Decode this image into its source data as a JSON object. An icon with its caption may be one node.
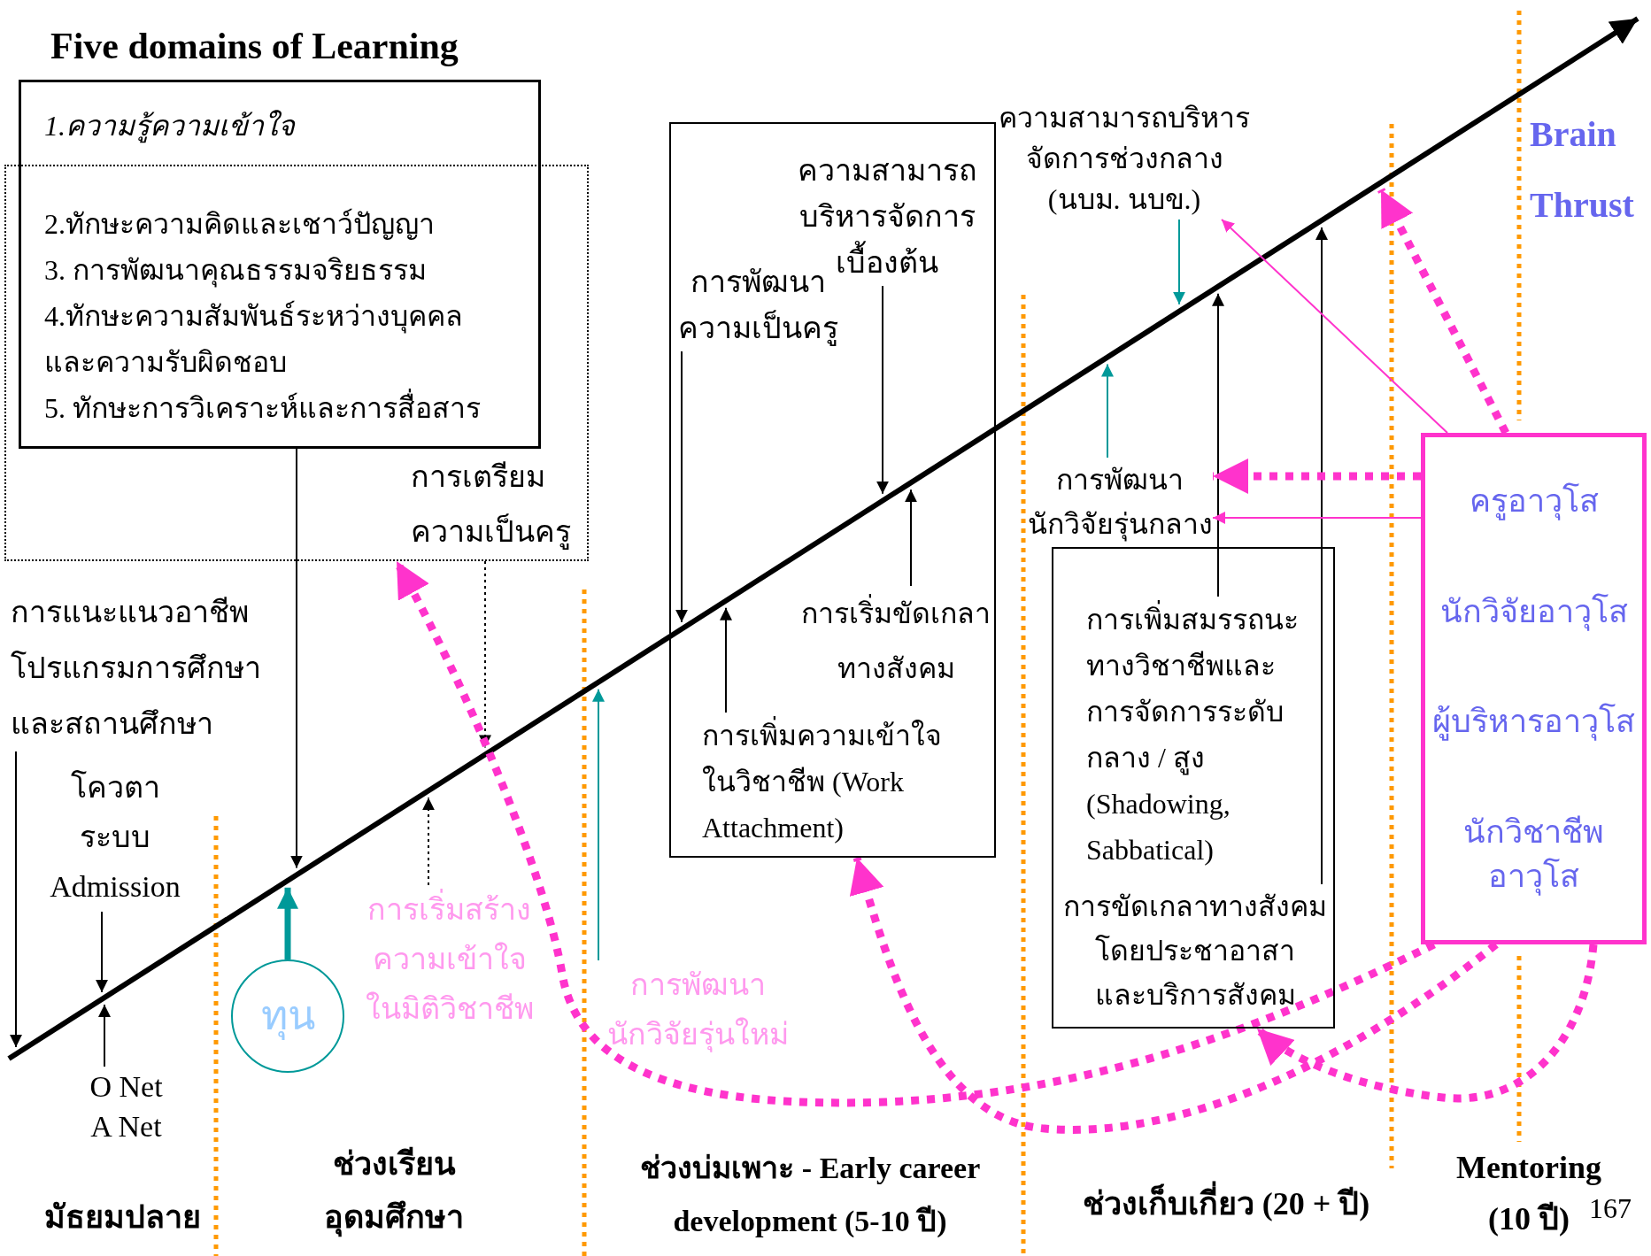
{
  "diagram": {
    "title": "Five domains of Learning",
    "nodes": [
      {
        "text": [
          "1.ความรู้ความเข้าใจ",
          "2.ทักษะความคิดและเชาว์ปัญญา",
          "3. การพัฒนาคุณธรรมจริยธรรม",
          "4.ทักษะความสัมพันธ์ระหว่างบุคคล และความรับผิดชอบ",
          "5. ทักษะการวิเคราะห์และการสื่อสาร"
        ]
      },
      {
        "text": [
          "การเตรียม ความเป็นครู"
        ]
      },
      {
        "text": [
          "การแนะแนวอาชีพ โปรแกรมการศึกษา และสถานศึกษา"
        ]
      },
      {
        "text": [
          "โควตา ระบบ Admission"
        ]
      },
      {
        "text": [
          "O Net A Net"
        ]
      },
      {
        "text": [
          "ทุน"
        ]
      },
      {
        "text": [
          "การเริ่มสร้าง ความเข้าใจ ในมิติวิชาชีพ"
        ]
      },
      {
        "text": [
          "การพัฒนา นักวิจัยรุ่นใหม่"
        ]
      },
      {
        "text": [],
        "shape": "box"
      },
      {
        "text": [
          "ความสามารถ บริหารจัดการ เบื้องต้น"
        ],
        "in": 8
      },
      {
        "text": [
          "การพัฒนา ความเป็นครู"
        ],
        "in": 8
      },
      {
        "text": [
          "การเริ่มขัดเกลา ทางสังคม"
        ],
        "in": 8
      },
      {
        "text": [
          "การเพิ่มความเข้าใจ ในวิชาชีพ (Work Attachment)"
        ],
        "in": 8
      },
      {
        "text": [
          "ความสามารถบริหาร จัดการช่วงกลาง (นบม. นบข.)"
        ]
      },
      {
        "text": [
          "การพัฒนา นักวิจัยรุ่นกลาง"
        ]
      },
      {
        "text": [],
        "shape": "box"
      },
      {
        "text": [
          "การเพิ่มสมรรถนะ ทางวิชาชีพและ การจัดการระดับ กลาง / สูง (Shadowing, Sabbatical)"
        ],
        "in": 15
      },
      {
        "text": [
          "การขัดเกลาทางสังคม โดยประชาอาสา และบริการสังคม"
        ],
        "in": 15
      },
      {
        "text": [
          "ครูอาวุโส",
          "นักวิจัยอาวุโส",
          "ผู้บริหารอาวุโส",
          "นักวิชาชีพ อาวุโส"
        ]
      }
    ],
    "edges": [
      {
        "from": 0,
        "to": null,
        "arrow": "to"
      },
      {
        "from": 1,
        "to": null,
        "arrow": "to",
        "style": "dashed"
      },
      {
        "from": 2,
        "to": null,
        "arrow": "to"
      },
      {
        "from": 3,
        "to": null,
        "arrow": "to"
      },
      {
        "from": 4,
        "to": null,
        "arrow": "to"
      },
      {
        "from": 5,
        "to": null,
        "arrow": "to",
        "style": "thick",
        "color": "#009999"
      },
      {
        "from": 6,
        "to": null,
        "arrow": "to",
        "style": "dashed"
      },
      {
        "from": 7,
        "to": null,
        "arrow": "to",
        "color": "#009999"
      },
      {
        "from": 9,
        "to": null,
        "arrow": "to"
      },
      {
        "from": 10,
        "to": null,
        "arrow": "to"
      },
      {
        "from": 11,
        "to": null,
        "arrow": "to"
      },
      {
        "from": 12,
        "to": null,
        "arrow": "to"
      },
      {
        "from": 13,
        "to": null,
        "arrow": "to",
        "color": "#009999"
      },
      {
        "from": 14,
        "to": null,
        "arrow": "to",
        "color": "#009999"
      },
      {
        "from": 16,
        "to": null,
        "arrow": "to"
      },
      {
        "from": 17,
        "to": null,
        "arrow": "to"
      },
      {
        "from": 18,
        "to": null,
        "arrow": "to",
        "style": "dashed",
        "color": "#ff33cc"
      },
      {
        "from": 18,
        "to": 14,
        "arrow": "to",
        "style": "dashed",
        "color": "#ff33cc"
      },
      {
        "from": 18,
        "to": 14,
        "arrow": "to",
        "color": "#ff33cc"
      },
      {
        "from": 18,
        "to": 13,
        "arrow": "to",
        "color": "#ff33cc"
      },
      {
        "from": 18,
        "to": 1,
        "arrow": "to",
        "style": "dashed",
        "color": "#ff33cc"
      },
      {
        "from": 18,
        "to": 8,
        "arrow": "to",
        "style": "dashed",
        "color": "#ff33cc"
      },
      {
        "from": 18,
        "to": 15,
        "arrow": "to",
        "style": "dashed",
        "color": "#ff33cc"
      }
    ],
    "labels": [
      "Brain Thrust",
      "มัธยมปลาย",
      "ช่วงเรียน อุดมศึกษา",
      "ช่วงบ่มเพาะ - Early career development (5-10 ปี)",
      "ช่วงเก็บเกี่ยว (20 + ปี)",
      "Mentoring (10 ปี)",
      "167"
    ]
  }
}
